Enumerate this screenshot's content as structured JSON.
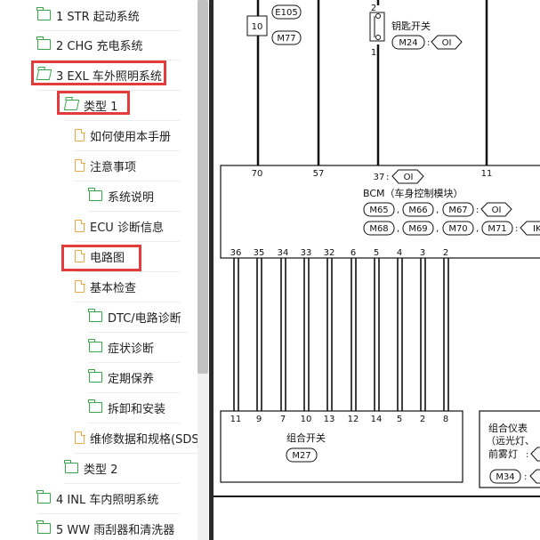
{
  "tree": {
    "items": [
      {
        "label": "1 STR 起动系统"
      },
      {
        "label": "2 CHG 充电系统"
      },
      {
        "label": "3 EXL 车外照明系统"
      },
      {
        "label": "类型 1"
      },
      {
        "label": "如何使用本手册"
      },
      {
        "label": "注意事项"
      },
      {
        "label": "系统说明"
      },
      {
        "label": "ECU 诊断信息"
      },
      {
        "label": "电路图"
      },
      {
        "label": "基本检查"
      },
      {
        "label": "DTC/电路诊断"
      },
      {
        "label": "症状诊断"
      },
      {
        "label": "定期保养"
      },
      {
        "label": "拆卸和安装"
      },
      {
        "label": "维修数据和规格(SDS)"
      },
      {
        "label": "类型 2"
      },
      {
        "label": "4 INL 车内照明系统"
      },
      {
        "label": "5 WW 雨刮器和清洗器"
      }
    ]
  },
  "diagram": {
    "fuse_num": "10",
    "e105": "E105",
    "m77": "M77",
    "key_switch_label": "钥匙开关",
    "key_pin_top": "2",
    "key_pin_bottom": "1",
    "m24": "M24",
    "oi": "OI",
    "bcm_top_pins": [
      "70",
      "57",
      "37",
      "11"
    ],
    "bcm_name": "BCM（车身控制模块）",
    "conn_row1": [
      "M65",
      "M66",
      "M67"
    ],
    "conn_row2": [
      "M68",
      "M69",
      "M70",
      "M71"
    ],
    "ik": "IK",
    "bcm_bottom_pins": [
      "36",
      "35",
      "34",
      "33",
      "32",
      "6",
      "5",
      "4",
      "3",
      "2"
    ],
    "combo_pins": [
      "11",
      "9",
      "7",
      "10",
      "13",
      "12",
      "14",
      "5",
      "2",
      "8"
    ],
    "combo_name": "组合开关",
    "m27": "M27",
    "meter_line1": "组合仪表",
    "meter_line2": "（远光灯、",
    "meter_line3": "前雾灯",
    "m34": "M34"
  }
}
